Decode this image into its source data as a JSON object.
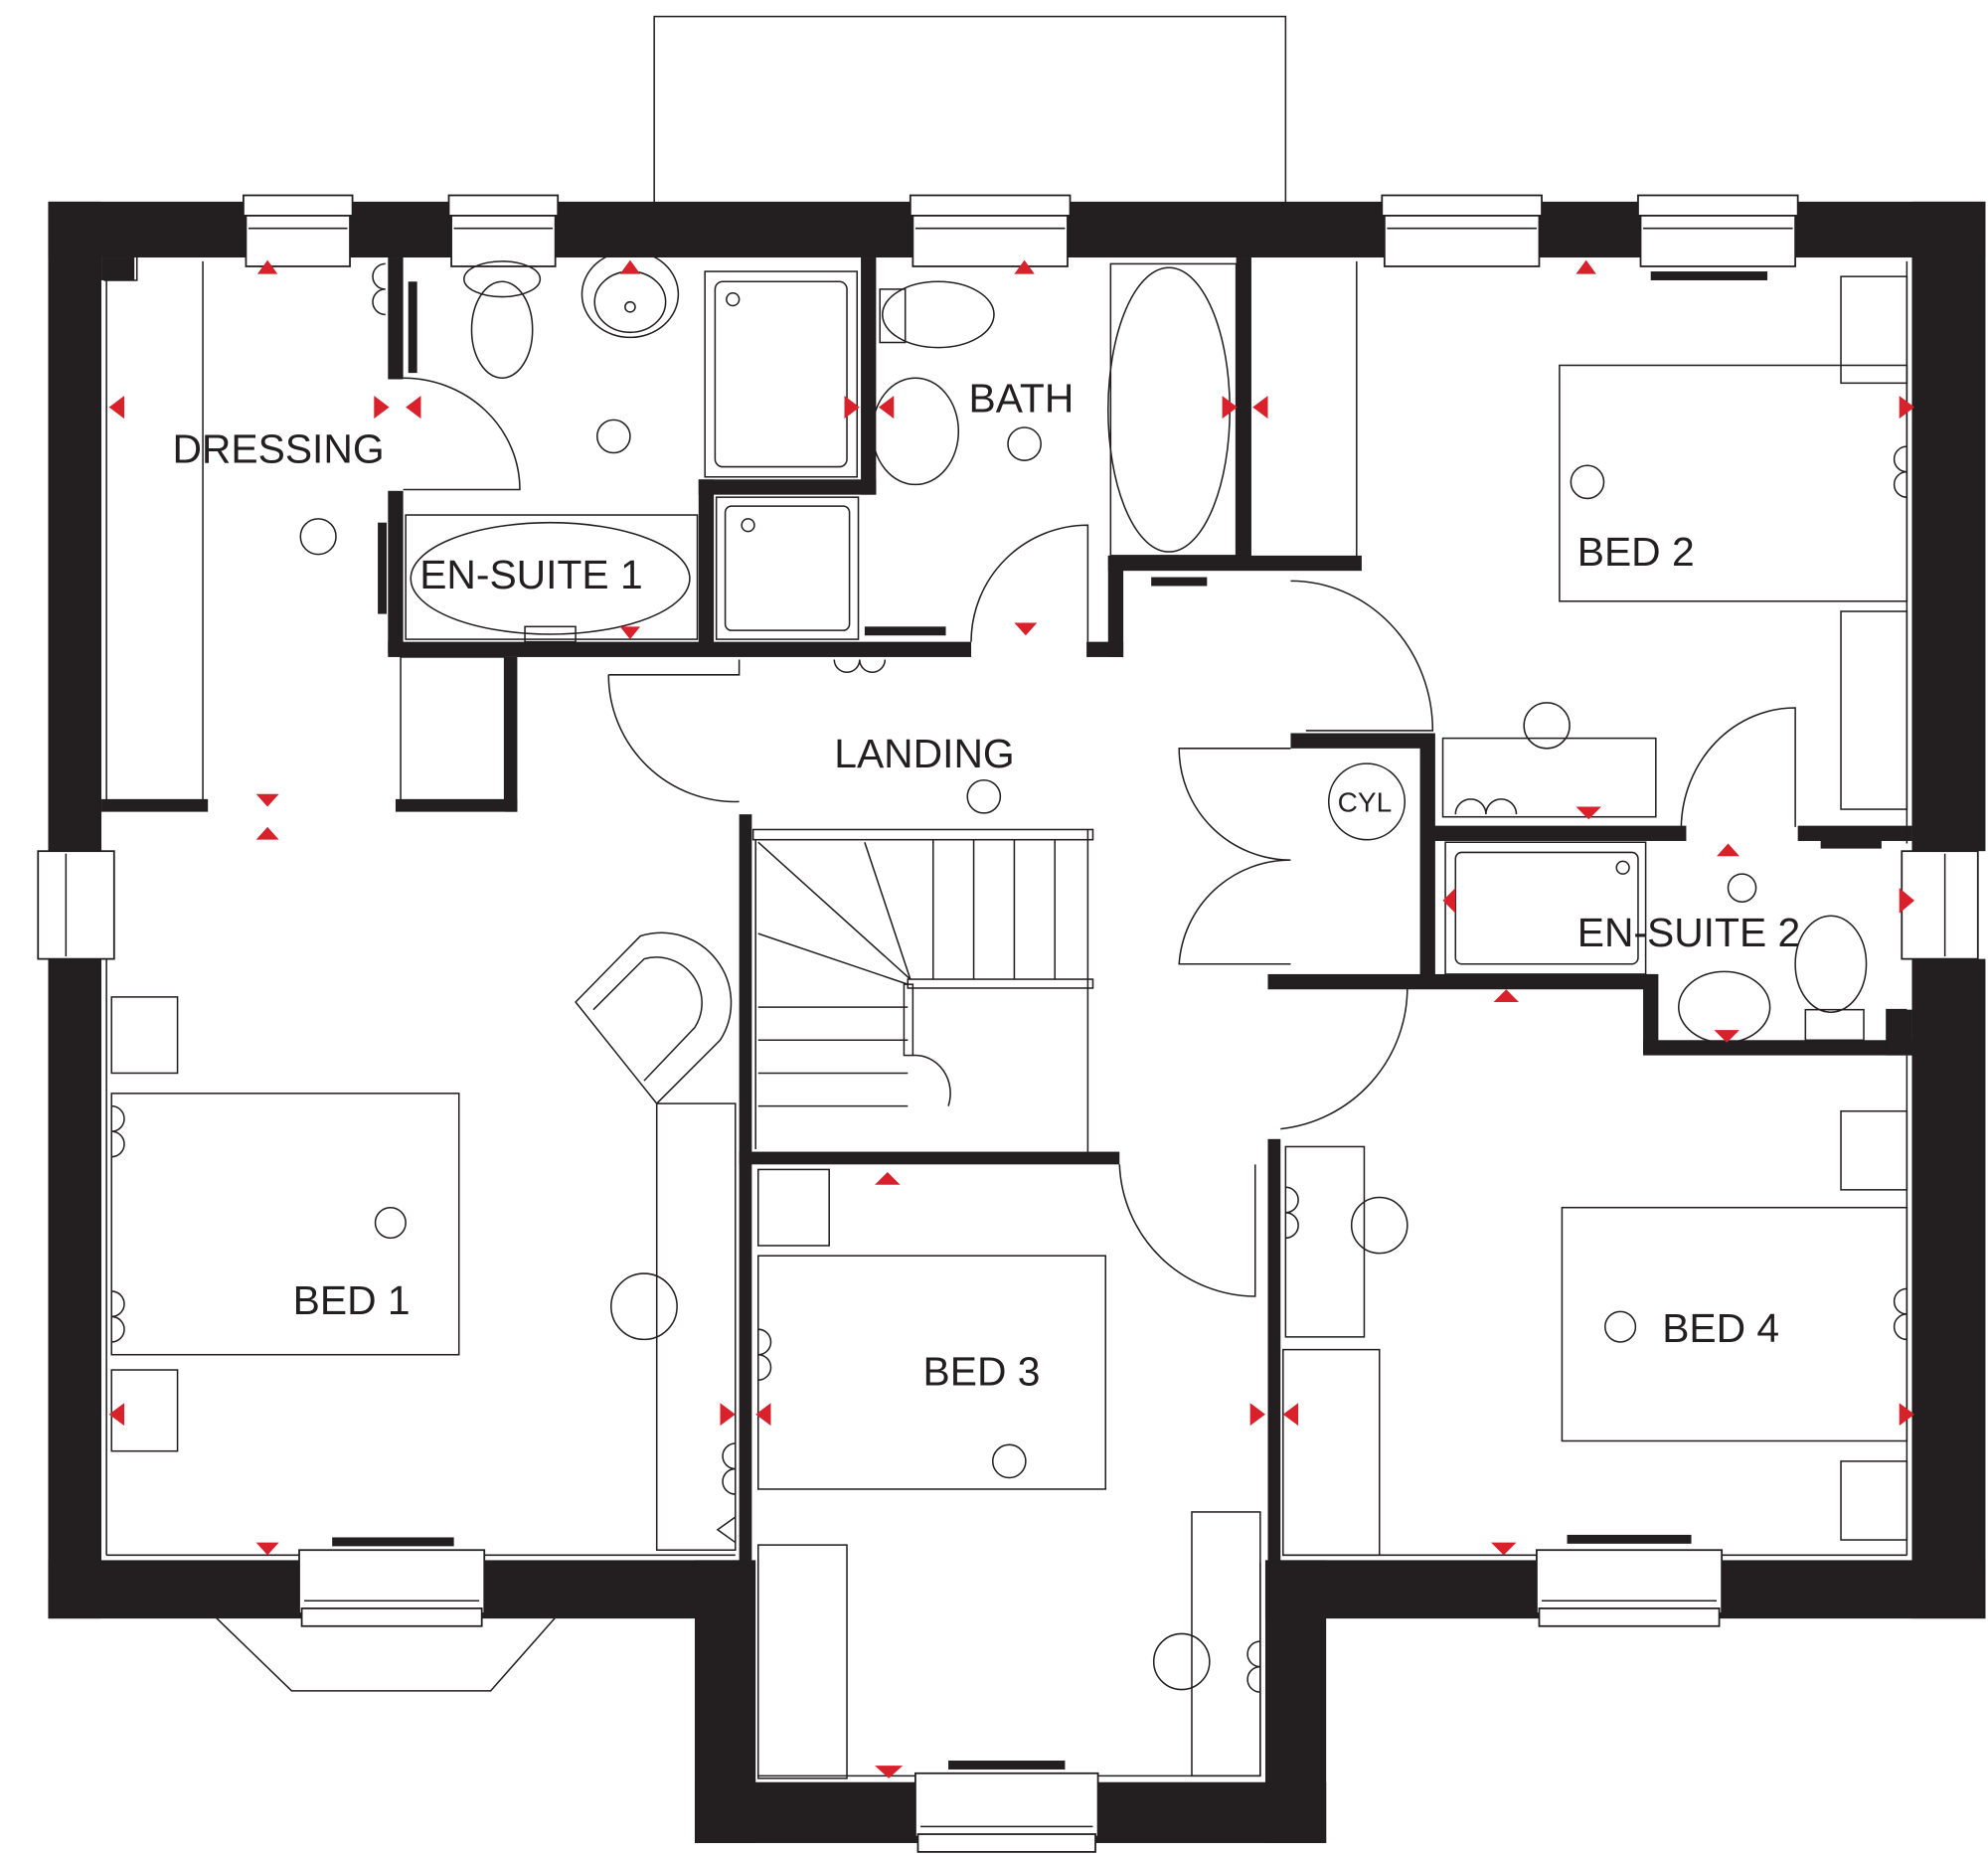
{
  "plan": {
    "type": "floor plan",
    "floor": "first floor",
    "colors": {
      "wall": "#231f20",
      "marker": "#d9212b",
      "background": "#ffffff"
    },
    "rooms": [
      {
        "id": "dressing",
        "label": "DRESSING"
      },
      {
        "id": "en-suite-1",
        "label": "EN-SUITE 1"
      },
      {
        "id": "bath",
        "label": "BATH"
      },
      {
        "id": "bed-2",
        "label": "BED 2"
      },
      {
        "id": "landing",
        "label": "LANDING"
      },
      {
        "id": "en-suite-2",
        "label": "EN-SUITE 2"
      },
      {
        "id": "bed-1",
        "label": "BED 1"
      },
      {
        "id": "bed-3",
        "label": "BED 3"
      },
      {
        "id": "bed-4",
        "label": "BED 4"
      }
    ],
    "fixtures": {
      "cylinder_label": "CYL"
    },
    "legend_symbols": [
      "red-triangle-dimension-marker",
      "ceiling-light-circle",
      "double-socket",
      "radiator-bar",
      "window"
    ]
  }
}
